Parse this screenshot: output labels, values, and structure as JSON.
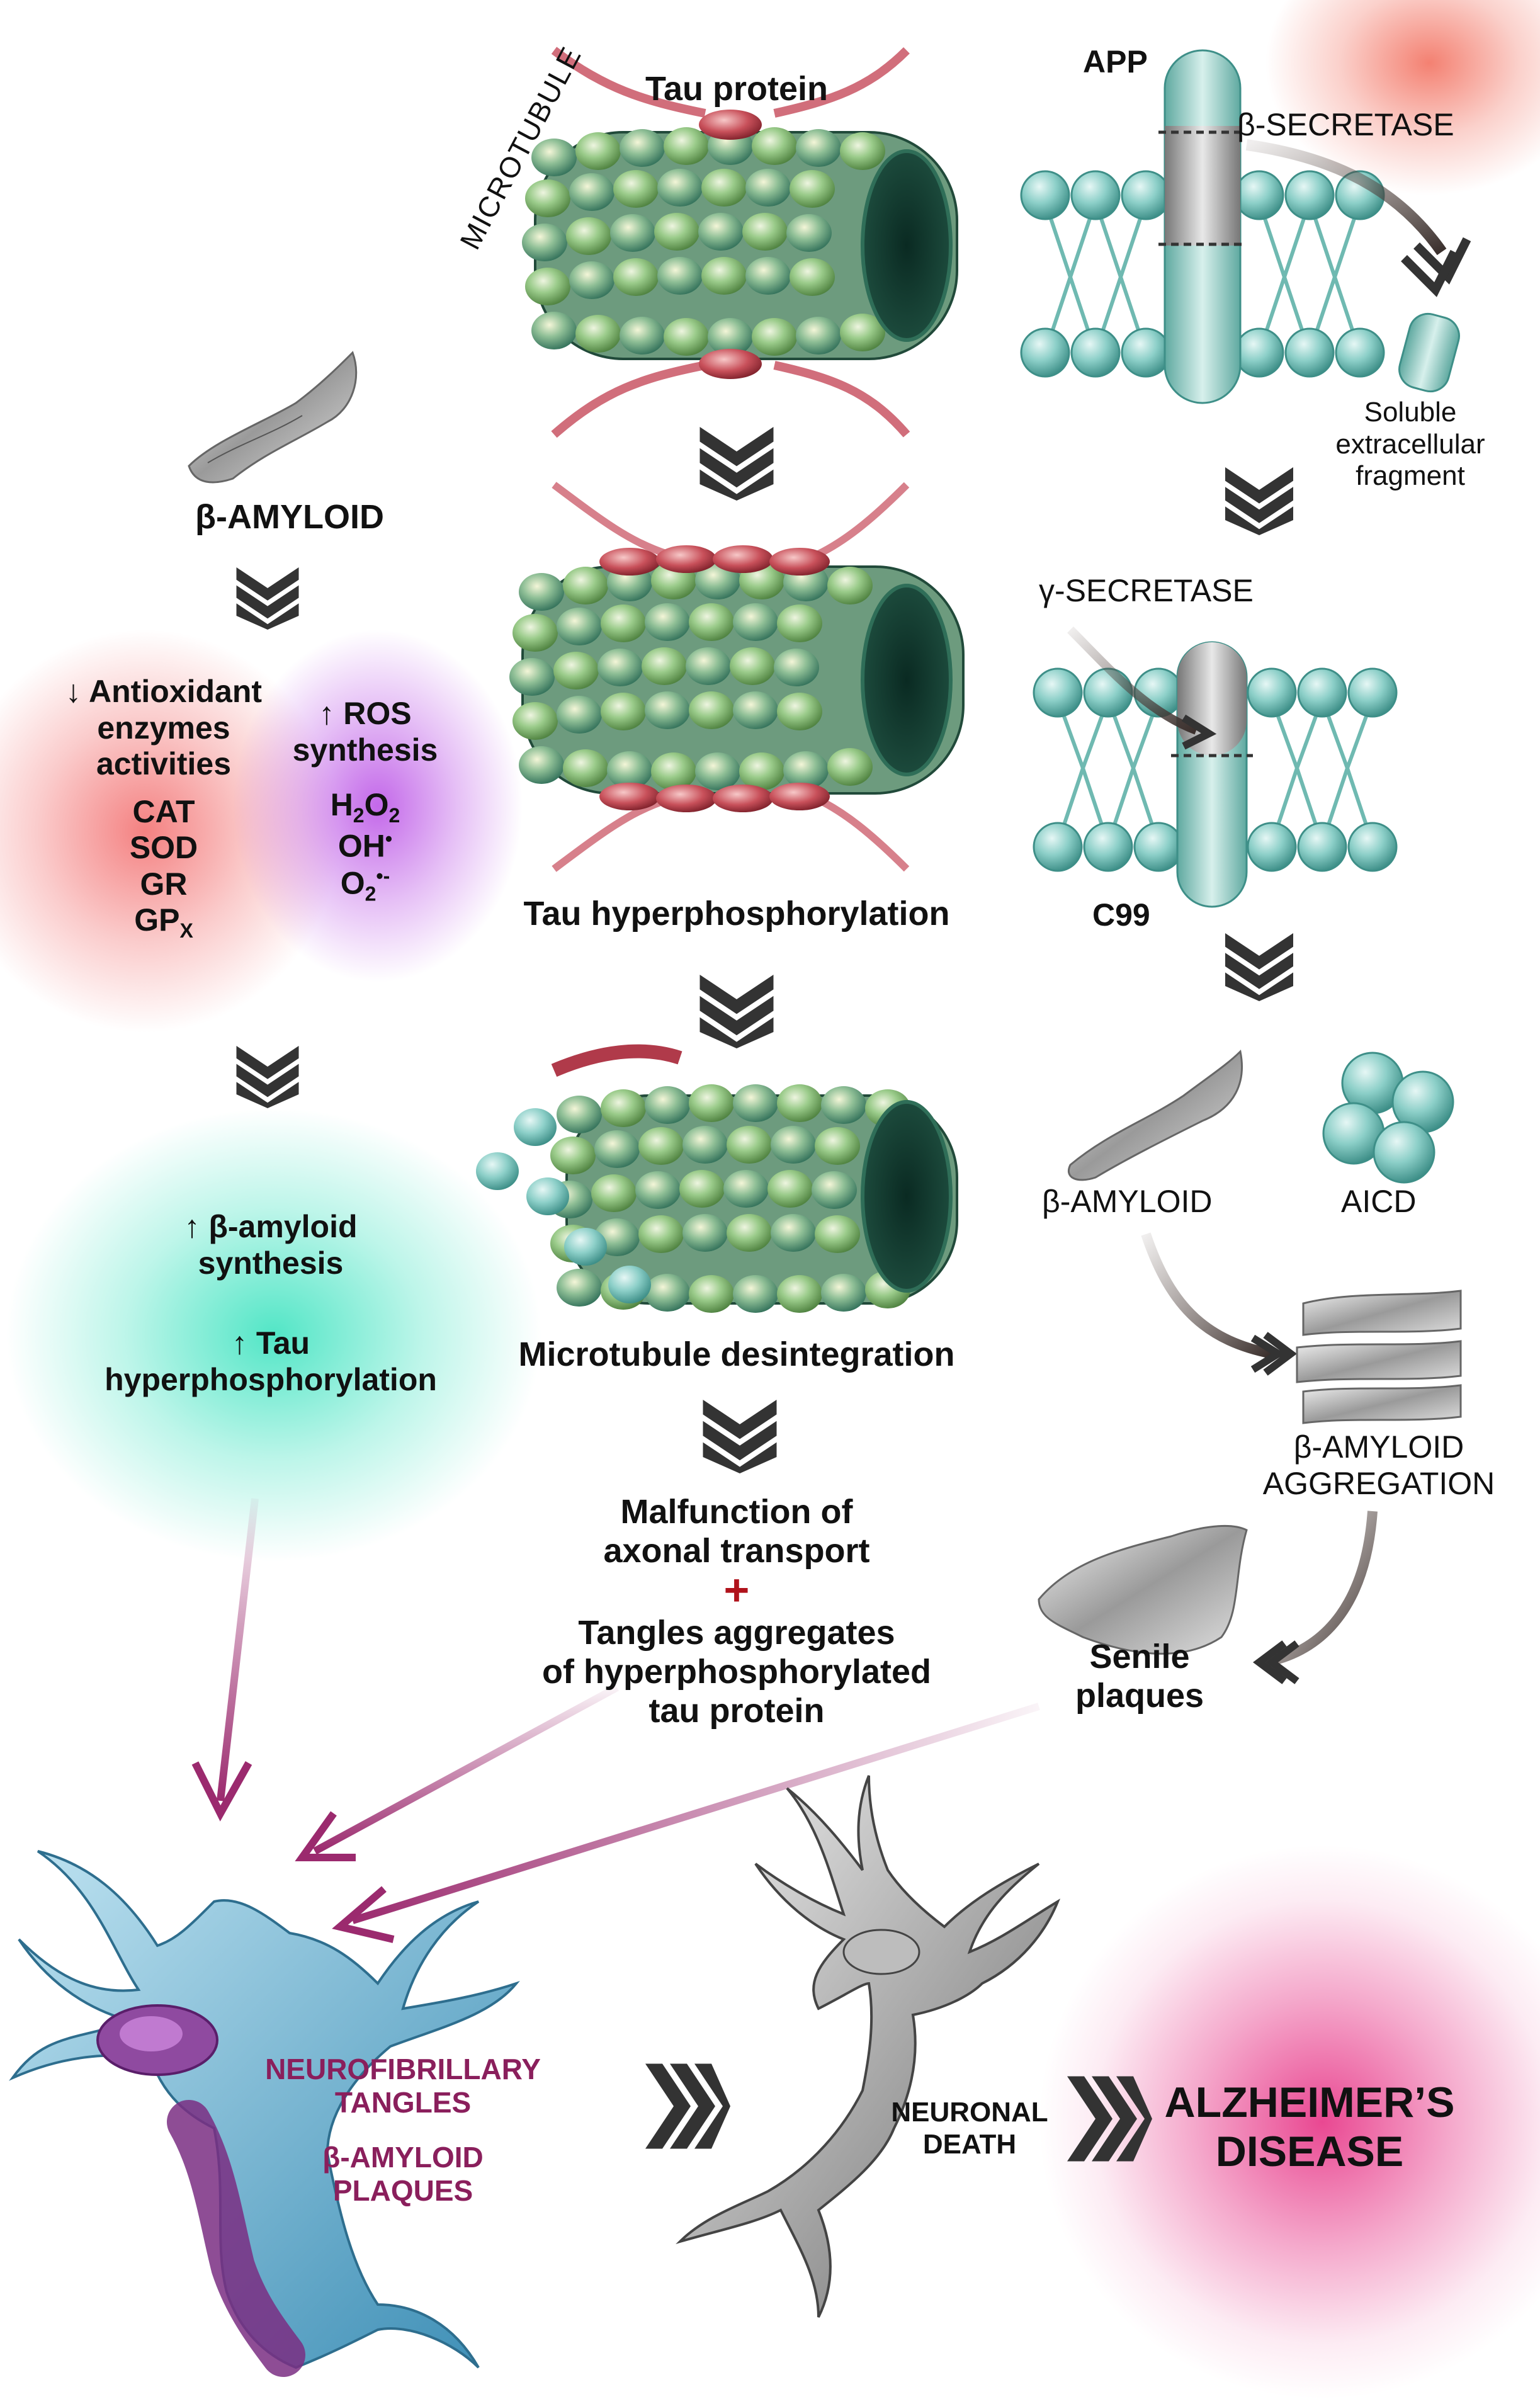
{
  "left_column": {
    "top_label": "β-AMYLOID",
    "antioxidant": {
      "arrow": "↓",
      "lines": [
        "Antioxidant",
        "enzymes",
        "activities"
      ],
      "enzymes": [
        "CAT",
        "SOD",
        "GR"
      ],
      "gpx": {
        "base": "GP",
        "sub": "X"
      }
    },
    "ros": {
      "arrow": "↑",
      "lines": [
        "ROS",
        "synthesis"
      ],
      "h2o2": {
        "a": "H",
        "a_sub": "2",
        "b": "O",
        "b_sub": "2"
      },
      "oh": {
        "base": "OH",
        "sup": "•"
      },
      "o2": {
        "base": "O",
        "sub": "2",
        "sup": "•-"
      }
    },
    "effects": {
      "amyloid_arrow": "↑",
      "amyloid_lines": [
        "β-amyloid",
        "synthesis"
      ],
      "tau_arrow": "↑",
      "tau_lines": [
        "Tau",
        "hyperphosphorylation"
      ]
    }
  },
  "middle_column": {
    "tau_protein": "Tau protein",
    "microtubule": "MICROTUBULE",
    "tau_hyper": "Tau hyperphosphorylation",
    "desintegration": "Microtubule desintegration",
    "malfunction": [
      "Malfunction of",
      "axonal transport"
    ],
    "plus": "+",
    "tangles": [
      "Tangles aggregates",
      "of hyperphosphorylated",
      "tau protein"
    ]
  },
  "right_column": {
    "app": "APP",
    "beta_secretase": "β-SECRETASE",
    "soluble_fragment": [
      "Soluble",
      "extracellular",
      "fragment"
    ],
    "gamma_secretase": "γ-SECRETASE",
    "c99": "C99",
    "beta_amyloid": "β-AMYLOID",
    "aicd": "AICD",
    "aggregation": [
      "β-AMYLOID",
      "AGGREGATION"
    ],
    "senile": [
      "Senile",
      "plaques"
    ]
  },
  "bottom": {
    "neurofibrillary": [
      "NEUROFIBRILLARY",
      "TANGLES"
    ],
    "amyloid_plaques": [
      "β-AMYLOID",
      "PLAQUES"
    ],
    "neuronal_death": [
      "NEURONAL",
      "DEATH"
    ],
    "alzheimers": [
      "ALZHEIMER’S",
      "DISEASE"
    ]
  },
  "colors": {
    "red_blob": "#f26b6b",
    "purple_blob": "#c060e8",
    "teal_blob": "#3fe3c0",
    "pink_blob": "#e83e8c",
    "salmon_blob": "#f37a6a",
    "arrow_dark": "#333333",
    "arrow_plum": "#9b2a6e",
    "plus_red": "#b0121b",
    "label_plum": "#8a1f5c",
    "microtubule_green": "#3f8f6f",
    "membrane_teal": "#6fb9b1",
    "neuron_blue": "#5aa7c9",
    "neuron_purple": "#7a2e82"
  }
}
